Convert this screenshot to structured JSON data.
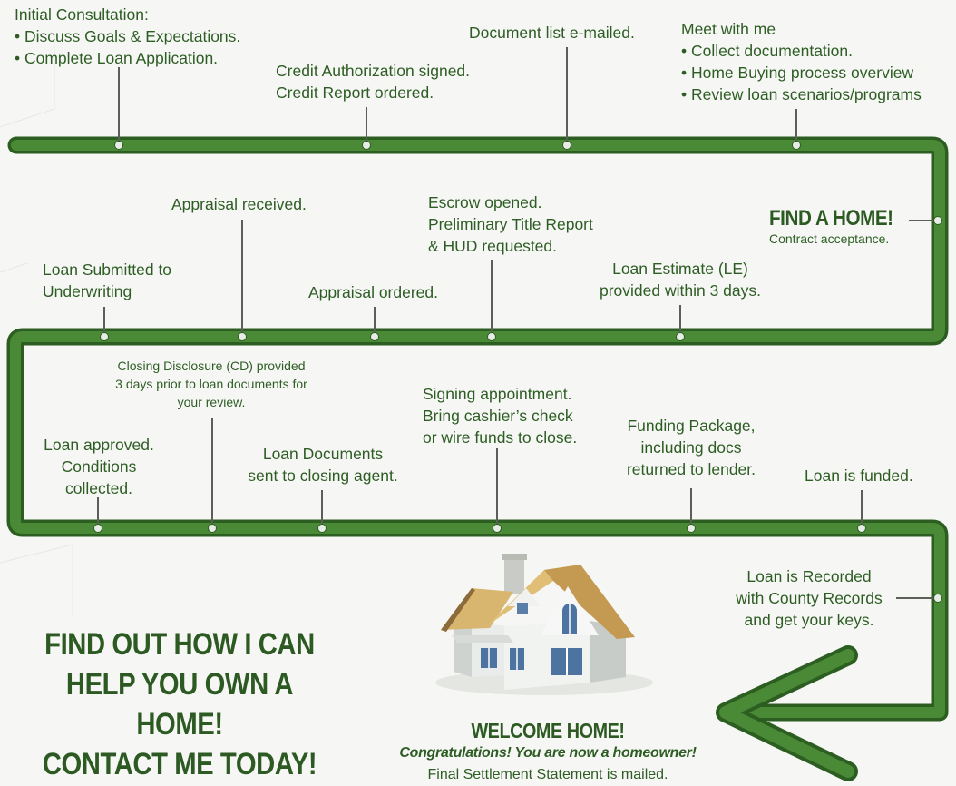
{
  "colors": {
    "path_green": "#3d7a2e",
    "path_dark": "#2b5a1f",
    "text_green": "#2e5d24",
    "node_fill": "#e6ebe3"
  },
  "row1": {
    "initial_consultation": [
      "Initial Consultation:",
      "• Discuss Goals & Expectations.",
      "• Complete Loan Application."
    ],
    "credit": [
      "Credit Authorization signed.",
      "Credit Report ordered."
    ],
    "document_list": [
      "Document list e-mailed."
    ],
    "meet_with_me": [
      "Meet with me",
      "• Collect documentation.",
      "• Home Buying process overview",
      "• Review loan scenarios/programs"
    ]
  },
  "find_home": {
    "title": "FIND A HOME!",
    "subtitle": "Contract acceptance."
  },
  "row2": {
    "appraisal_received": [
      "Appraisal received."
    ],
    "escrow": [
      "Escrow opened.",
      "Preliminary Title Report",
      "& HUD requested."
    ],
    "loan_submitted": [
      "Loan Submitted to",
      "Underwriting"
    ],
    "appraisal_ordered": [
      "Appraisal ordered."
    ],
    "loan_estimate": [
      "Loan Estimate (LE)",
      "provided within 3 days."
    ]
  },
  "row3": {
    "closing_disclosure": [
      "Closing Disclosure (CD) provided",
      "3 days prior to loan documents for",
      "your review."
    ],
    "loan_approved": [
      "Loan approved.",
      "Conditions",
      "collected."
    ],
    "loan_documents": [
      "Loan Documents",
      "sent to closing agent."
    ],
    "signing": [
      "Signing appointment.",
      "Bring cashier’s check",
      "or wire funds to close."
    ],
    "funding": [
      "Funding Package,",
      "including docs",
      "returned to lender."
    ],
    "funded": [
      "Loan is funded."
    ]
  },
  "recorded": [
    "Loan is Recorded",
    "with County Records",
    "and get your keys."
  ],
  "welcome": {
    "title": "WELCOME HOME!",
    "congrats": "Congratulations! You are now a homeowner!",
    "final": "Final Settlement Statement is mailed."
  },
  "cta": [
    "FIND OUT HOW I CAN",
    "HELP YOU OWN A HOME!",
    "CONTACT ME TODAY!"
  ],
  "icons": {
    "house": "house-illustration",
    "arrow": "arrow-head-icon"
  }
}
